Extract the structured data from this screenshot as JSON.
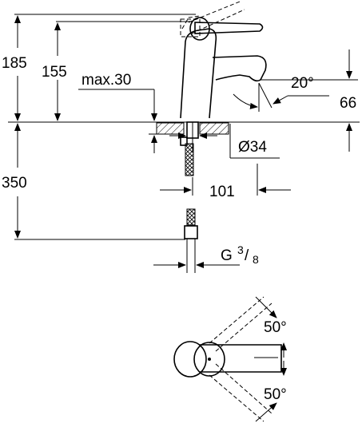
{
  "dimensions": {
    "total_height": "185",
    "spout_height": "155",
    "max_thickness": "max.30",
    "lever_angle": "20°",
    "spout_clearance": "66",
    "hole_diameter": "Ø34",
    "hose_length": "350",
    "reach": "101",
    "thread_prefix": "G",
    "thread_num": "3",
    "thread_den": "8",
    "rotation_up": "50°",
    "rotation_down": "50°"
  }
}
